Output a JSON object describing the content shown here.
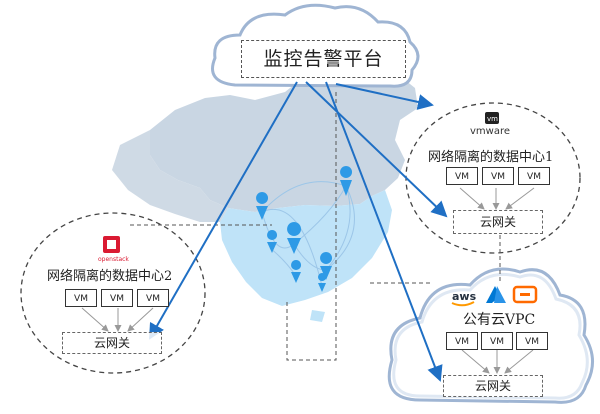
{
  "monitoring": {
    "title": "监控告警平台"
  },
  "datacenter1": {
    "vendor_logo": "vmware",
    "label": "网络隔离的数据中心1",
    "vms": [
      "VM",
      "VM",
      "VM"
    ],
    "gateway": "云网关"
  },
  "datacenter2": {
    "vendor_logo": "openstack",
    "label": "网络隔离的数据中心2",
    "vms": [
      "VM",
      "VM",
      "VM"
    ],
    "gateway": "云网关"
  },
  "public_cloud": {
    "logos": [
      "aws",
      "azure-icon",
      "aliyun-icon"
    ],
    "label": "公有云VPC",
    "vms": [
      "VM",
      "VM",
      "VM"
    ],
    "gateway": "云网关"
  },
  "colors": {
    "arrow": "#1f6fc4",
    "map_fill": "#c9d6e3",
    "map_south": "#bfe3f8",
    "pin": "#2e9ae6",
    "cloud_outline": "#9fb5d3"
  }
}
